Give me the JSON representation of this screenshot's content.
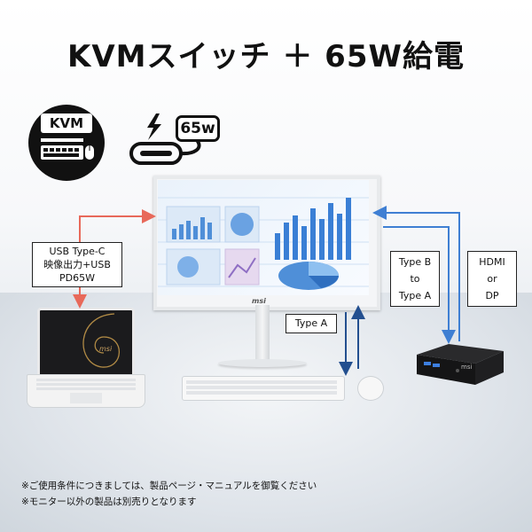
{
  "title": "KVMスイッチ ＋ 65W給電",
  "icons": {
    "kvm_label": "KVM",
    "power_label": "65w"
  },
  "labels": {
    "usbc_line1": "USB Type-C",
    "usbc_line2": "映像出力+USB",
    "usbc_line3": "PD65W",
    "typeb_line1": "Type B",
    "typeb_line2": "to",
    "typeb_line3": "Type A",
    "typea": "Type A",
    "hdmi_line1": "HDMI",
    "hdmi_line2": "or",
    "hdmi_line3": "DP"
  },
  "brand": {
    "monitor_logo": "msi",
    "laptop_logo": "msi",
    "minipc_logo": "msi"
  },
  "footnotes": [
    "※ご使用条件につきましては、製品ページ・マニュアルを御覧ください",
    "※モニター以外の製品は別売りとなります"
  ],
  "colors": {
    "usbc_arrow": "#e8695a",
    "data_arrow": "#3f7fd3",
    "typea_arrow": "#234f8f"
  }
}
